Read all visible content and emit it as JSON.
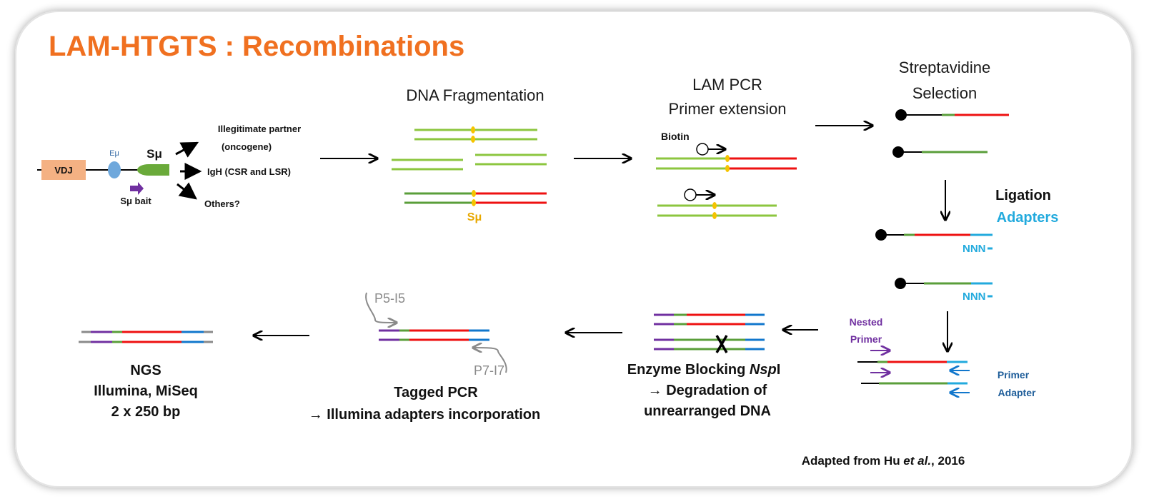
{
  "title": "LAM-HTGTS : Recombinations",
  "colors": {
    "title": "#f07020",
    "green": "#8cc63f",
    "dark_green": "#5a9e3a",
    "red": "#ee1111",
    "blue": "#1177cc",
    "cyan": "#22aadd",
    "purple": "#7030a0",
    "yellow": "#f5c400",
    "vdj": "#f4b183",
    "emu": "#6fa8dc",
    "gray": "#8a8a8a",
    "black": "#000000"
  },
  "locus": {
    "vdj": "VDJ",
    "emu": "Eμ",
    "smu": "Sμ",
    "bait": "Sμ bait",
    "outcome_1a": "Illegitimate partner",
    "outcome_1b": "(oncogene)",
    "outcome_2": "IgH (CSR and LSR)",
    "outcome_3": "Others?"
  },
  "fragmentation": {
    "title": "DNA Fragmentation",
    "smu_label": "Sμ"
  },
  "lam_pcr": {
    "title_1": "LAM PCR",
    "title_2": "Primer extension",
    "biotin": "Biotin"
  },
  "streptavidin": {
    "title_1": "Streptavidine",
    "title_2": "Selection"
  },
  "ligation": {
    "title": "Ligation",
    "adapters": "Adapters",
    "nnn": "NNN"
  },
  "nested": {
    "nested_1": "Nested",
    "nested_2": "Primer",
    "primer_1": "Primer",
    "primer_2": "Adapter"
  },
  "enzyme": {
    "line_1_pre": "Enzyme Blocking ",
    "line_1_italic": "Nsp",
    "line_1_post": "I",
    "line_2": "→ Degradation of",
    "line_3": "unrearranged DNA"
  },
  "tagged_pcr": {
    "p5": "P5-I5",
    "p7": "P7-I7",
    "line_1": "Tagged PCR",
    "line_2": "→ Illumina adapters incorporation"
  },
  "ngs": {
    "line_1": "NGS",
    "line_2": "Illumina, MiSeq",
    "line_3": "2 x 250 bp"
  },
  "citation": {
    "pre": "Adapted from Hu ",
    "italic": "et al.",
    "post": ", 2016"
  }
}
